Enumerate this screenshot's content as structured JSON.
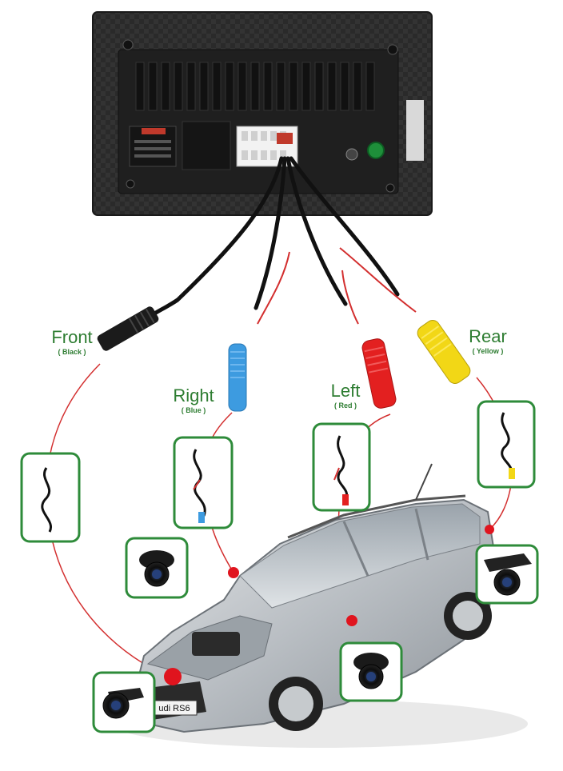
{
  "labels": {
    "front": {
      "name": "Front",
      "color_note": "( Black )"
    },
    "right": {
      "name": "Right",
      "color_note": "( Blue )"
    },
    "left": {
      "name": "Left",
      "color_note": "( Red )"
    },
    "rear": {
      "name": "Rear",
      "color_note": "( Yellow )"
    }
  },
  "plate_text": "udi RS6",
  "colors": {
    "label_green": "#2e7d32",
    "box_border": "#2e8b3a",
    "wire": "#d32f2f",
    "blue_plug": "#3d9be0",
    "red_plug": "#e32020",
    "yellow_plug": "#f2d716",
    "black_plug": "#1b1b1b"
  }
}
